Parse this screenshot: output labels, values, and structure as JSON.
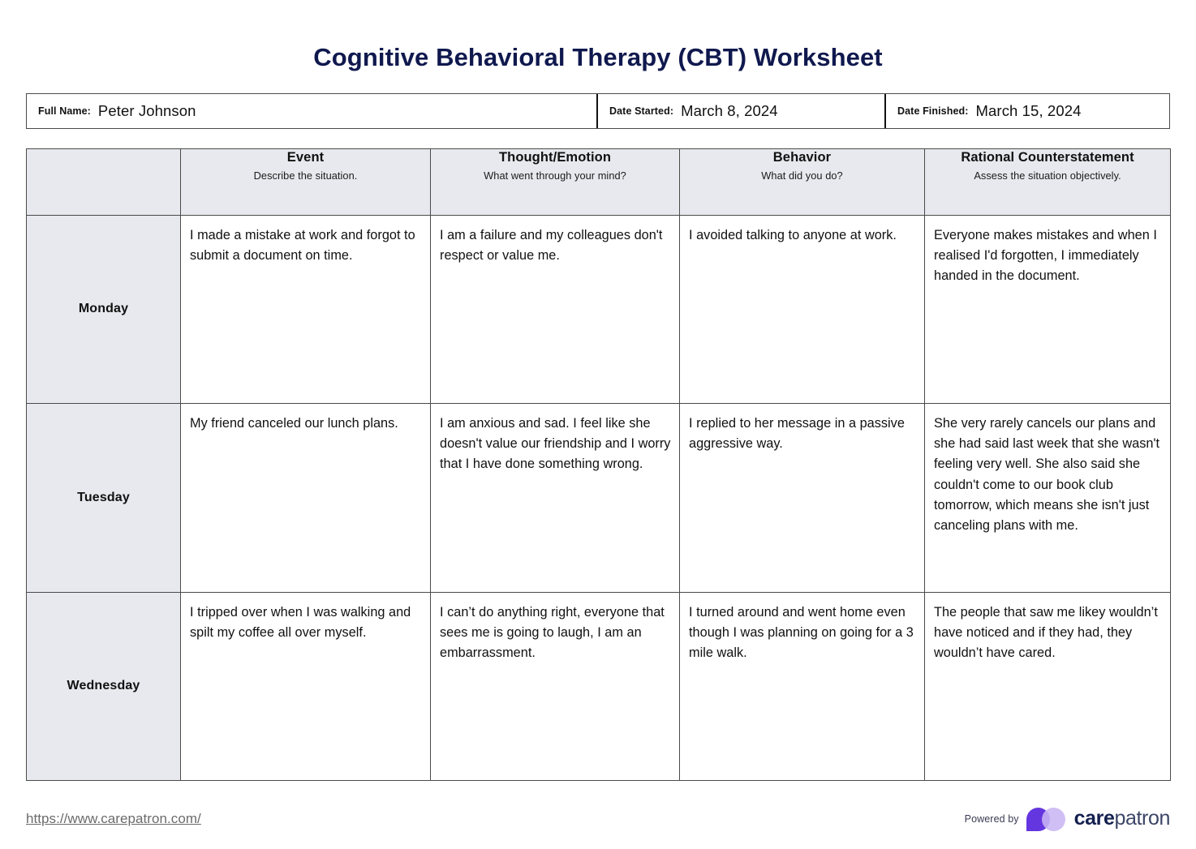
{
  "document": {
    "title": "Cognitive Behavioral Therapy (CBT) Worksheet",
    "title_color": "#10194e"
  },
  "identity": {
    "full_name_label": "Full Name:",
    "full_name_value": "Peter Johnson",
    "date_started_label": "Date Started:",
    "date_started_value": "March 8, 2024",
    "date_finished_label": "Date Finished:",
    "date_finished_value": "March 15, 2024"
  },
  "table": {
    "header_bg": "#e7e9ee",
    "columns": [
      {
        "title": "",
        "subtitle": ""
      },
      {
        "title": "Event",
        "subtitle": "Describe the situation."
      },
      {
        "title": "Thought/Emotion",
        "subtitle": "What went through your mind?"
      },
      {
        "title": "Behavior",
        "subtitle": "What did you do?"
      },
      {
        "title": "Rational Counterstatement",
        "subtitle": "Assess the situation objectively."
      }
    ],
    "rows": [
      {
        "day": "Monday",
        "event": "I made a mistake at work and forgot to submit a document on time.",
        "thought": "I am a failure and my colleagues don't respect or value me.",
        "behavior": "I avoided talking to anyone at work.",
        "rational": "Everyone makes mistakes and when I realised I'd forgotten, I immediately handed in the document."
      },
      {
        "day": "Tuesday",
        "event": "My friend canceled our lunch plans.",
        "thought": "I am anxious and sad. I feel like she doesn't value our friendship and I worry that I have done something wrong.",
        "behavior": "I replied to her message in a passive aggressive way.",
        "rational": "She very rarely cancels our plans and she had said last week that she wasn't feeling very well. She also said she couldn't come to our book club tomorrow, which means she isn't just canceling plans with me."
      },
      {
        "day": "Wednesday",
        "event": "I tripped over when I was walking and spilt my coffee all over myself.",
        "thought": "I can’t do anything right, everyone that sees me is going to laugh, I am an embarrassment.",
        "behavior": "I turned around and went home even though I was planning on going for a 3 mile walk.",
        "rational": "The people that saw me likey wouldn’t have noticed and if they had, they wouldn’t have cared."
      }
    ]
  },
  "footer": {
    "url": "https://www.carepatron.com/",
    "powered_by": "Powered by",
    "brand_first": "care",
    "brand_second": "patron",
    "brand_dark_purple": "#6436e0",
    "brand_light_purple": "#c8b6f2"
  }
}
